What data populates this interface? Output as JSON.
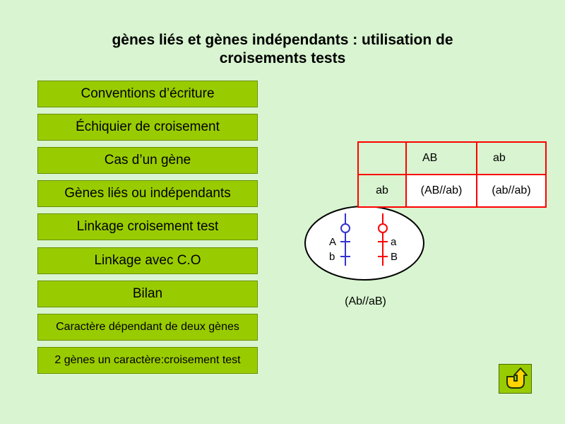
{
  "title": {
    "line1": "gènes liés et gènes indépendants : utilisation de",
    "line2": "croisements tests"
  },
  "menu": {
    "items": [
      {
        "label": "Conventions d’écriture"
      },
      {
        "label": "Échiquier de croisement"
      },
      {
        "label": "Cas d’un gène"
      },
      {
        "label": "Gènes liés ou indépendants"
      },
      {
        "label": "Linkage croisement test"
      },
      {
        "label": "Linkage avec C.O"
      },
      {
        "label": "Bilan"
      },
      {
        "label": "Caractère dépendant de deux gènes"
      },
      {
        "label": "2 gènes un caractère:croisement test"
      }
    ]
  },
  "cross_table": {
    "col_headers": [
      "",
      "AB",
      "ab"
    ],
    "row_label": "ab",
    "results": [
      "(AB//ab)",
      "(ab//ab)"
    ]
  },
  "cell": {
    "left_chromosome": {
      "top_allele": "A",
      "bottom_allele": "b",
      "color": "#3333cc"
    },
    "right_chromosome": {
      "top_allele": "a",
      "bottom_allele": "B",
      "color": "#ff0000"
    },
    "genotype": "(Ab//aB)"
  },
  "nav": {
    "back_icon": "return-arrow-icon"
  },
  "colors": {
    "background": "#d8f4d0",
    "button": "#99cc00",
    "table_border": "#ff0000"
  }
}
